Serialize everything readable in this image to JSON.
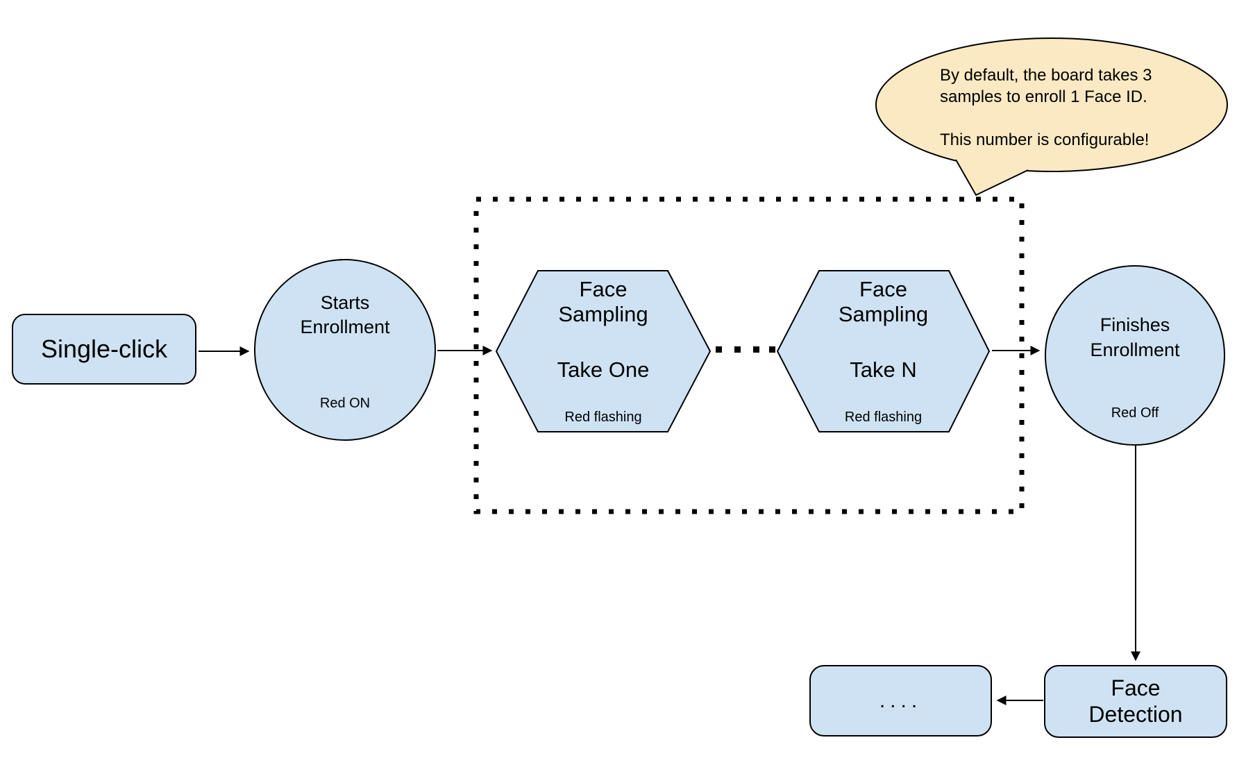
{
  "colors": {
    "node_fill": "#cfe2f3",
    "node_stroke": "#000000",
    "callout_fill": "#fbe9c3",
    "callout_stroke": "#000000",
    "connector": "#000000",
    "background": "#ffffff",
    "text": "#000000"
  },
  "nodes": {
    "single_click": {
      "label": "Single-click"
    },
    "starts_enrollment": {
      "line1": "Starts",
      "line2": "Enrollment",
      "status": "Red ON"
    },
    "face_sampling_first": {
      "line1": "Face",
      "line2": "Sampling",
      "take": "Take One",
      "status": "Red flashing"
    },
    "face_sampling_last": {
      "line1": "Face",
      "line2": "Sampling",
      "take": "Take N",
      "status": "Red flashing"
    },
    "finishes_enrollment": {
      "line1": "Finishes",
      "line2": "Enrollment",
      "status": "Red Off"
    },
    "face_detection": {
      "line1": "Face",
      "line2": "Detection"
    },
    "continuation": {
      "label": "...."
    }
  },
  "callout": {
    "line1": "By default, the board takes 3",
    "line2": "samples to enroll 1 Face ID.",
    "line3": "This number is configurable!"
  }
}
